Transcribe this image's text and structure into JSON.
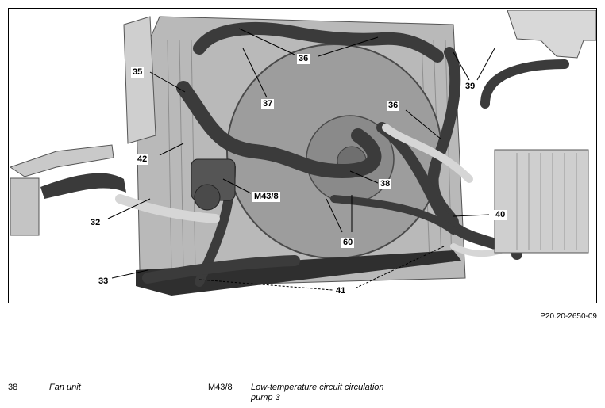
{
  "figure": {
    "reference_code": "P20.20-2650-09",
    "callouts": [
      {
        "id": "c35",
        "text": "35"
      },
      {
        "id": "c36a",
        "text": "36"
      },
      {
        "id": "c36b",
        "text": "36"
      },
      {
        "id": "c37",
        "text": "37"
      },
      {
        "id": "c39",
        "text": "39"
      },
      {
        "id": "c42",
        "text": "42"
      },
      {
        "id": "c38",
        "text": "38"
      },
      {
        "id": "cM43",
        "text": "M43/8"
      },
      {
        "id": "c32",
        "text": "32"
      },
      {
        "id": "c60",
        "text": "60"
      },
      {
        "id": "c40",
        "text": "40"
      },
      {
        "id": "c33",
        "text": "33"
      },
      {
        "id": "c41",
        "text": "41"
      }
    ]
  },
  "legend": [
    {
      "number": "38",
      "description": "Fan unit"
    },
    {
      "number": "M43/8",
      "description": "Low-temperature circuit circulation pump 3"
    }
  ]
}
